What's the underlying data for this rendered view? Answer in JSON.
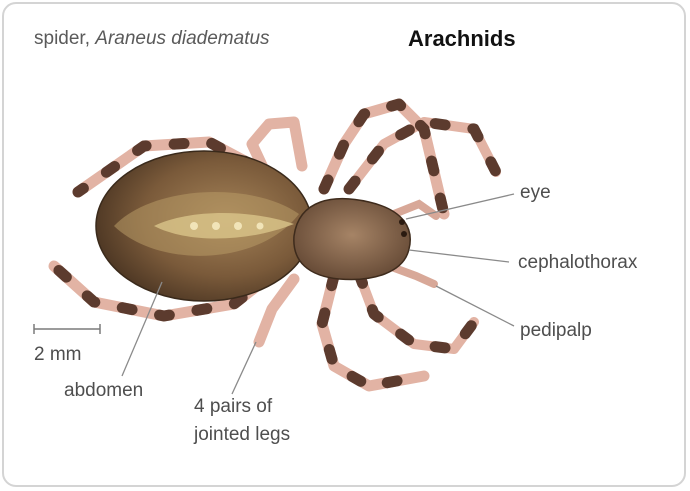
{
  "header": {
    "caption_prefix": "spider, ",
    "caption_species": "Araneus diadematus",
    "title": "Arachnids"
  },
  "labels": {
    "eye": "eye",
    "cephalothorax": "cephalothorax",
    "pedipalp": "pedipalp",
    "scale": "2 mm",
    "abdomen": "abdomen",
    "legs_line1": "4 pairs of",
    "legs_line2": "jointed legs"
  },
  "colors": {
    "abdomen": "#6b4e33",
    "abdomen_pattern": "#c9b27a",
    "cephalothorax": "#7c5f45",
    "leg": "#e2b3a4",
    "leg_band": "#5c3b2e",
    "leader_line": "#8a8a8a"
  }
}
